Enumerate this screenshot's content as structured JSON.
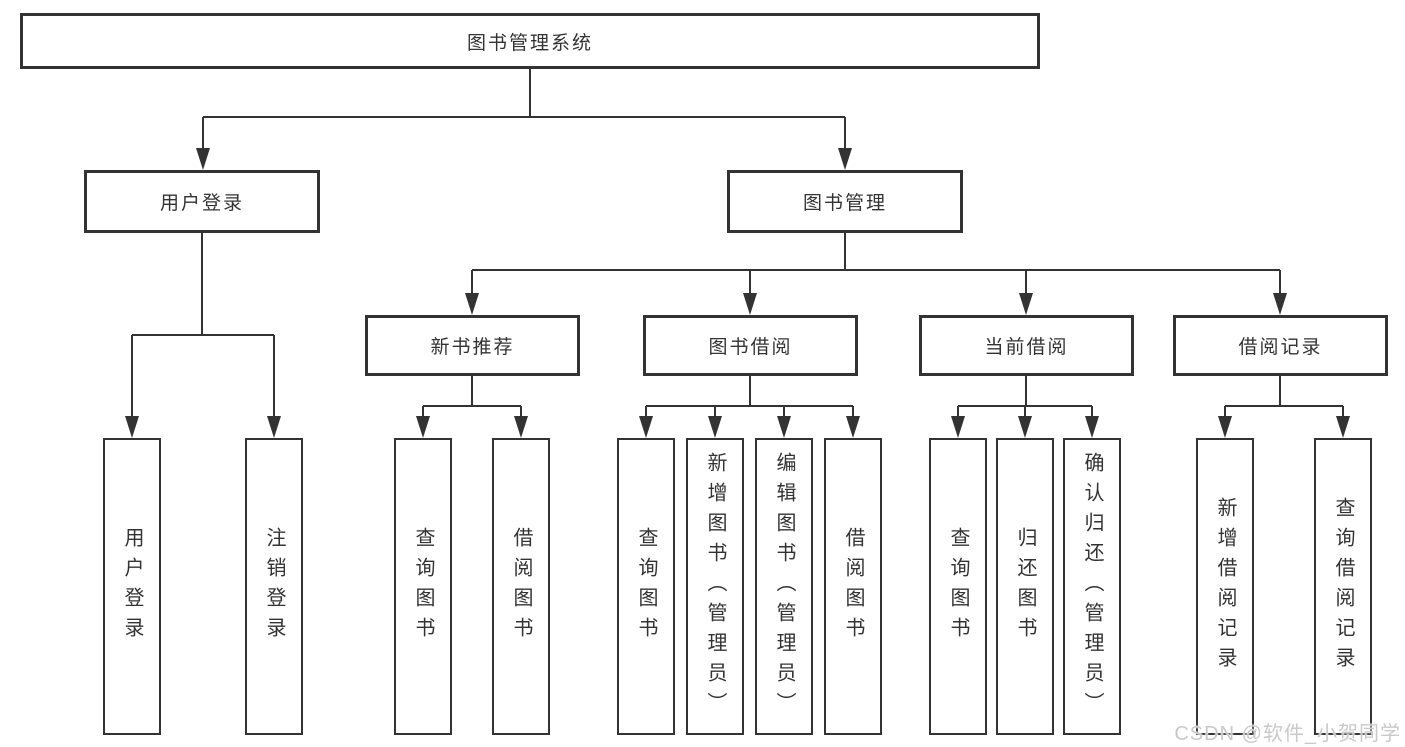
{
  "diagram": {
    "root": {
      "label": "图书管理系统"
    },
    "level2": [
      {
        "label": "用户登录"
      },
      {
        "label": "图书管理"
      }
    ],
    "level3": [
      {
        "label": "新书推荐"
      },
      {
        "label": "图书借阅"
      },
      {
        "label": "当前借阅"
      },
      {
        "label": "借阅记录"
      }
    ],
    "leaves": {
      "user_login": [
        "用户登录",
        "注销登录"
      ],
      "new_book": [
        "查询图书",
        "借阅图书"
      ],
      "book_borrow": [
        "查询图书",
        "新增图书（管理员）",
        "编辑图书（管理员）",
        "借阅图书"
      ],
      "current_borrow": [
        "查询图书",
        "归还图书",
        "确认归还（管理员）"
      ],
      "borrow_record": [
        "新增借阅记录",
        "查询借阅记录"
      ]
    }
  },
  "watermark": {
    "text": "CSDN @软件_小贺同学",
    "color": "#c9c9c9"
  },
  "colors": {
    "line": "#333333",
    "box_background": "#ffffff",
    "text": "#333333",
    "page_background": "#ffffff"
  }
}
